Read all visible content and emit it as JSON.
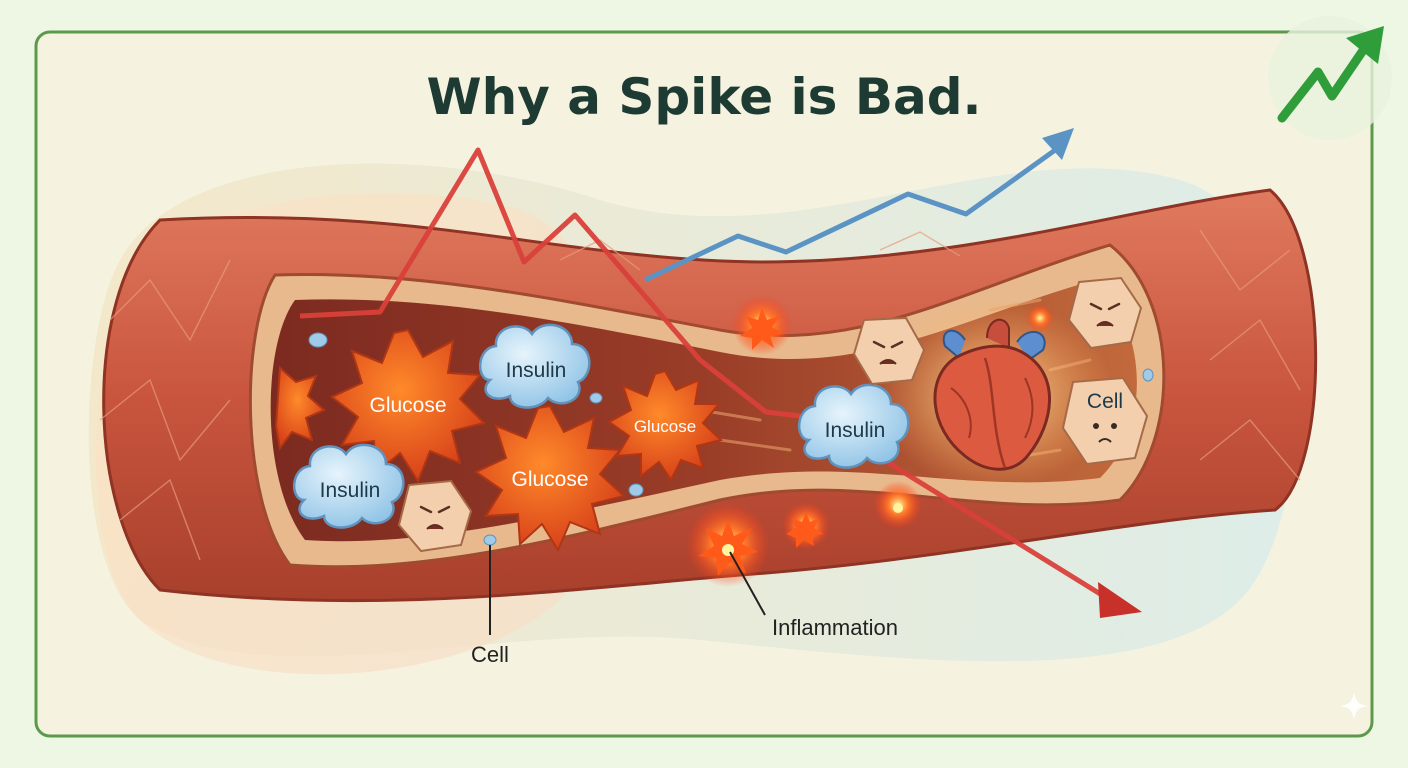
{
  "title": "Why a Spike is Bad.",
  "labels": {
    "glucose": "Glucose",
    "insulin": "Insulin",
    "cell": "Cell",
    "inflammation": "Inflammation"
  },
  "colors": {
    "background": "#eef6e4",
    "frame": "#5b9a4b",
    "title": "#1e3b33",
    "vessel": "#c9553e",
    "glucose": "#ef6b22",
    "insulin": "#aed6ef",
    "red_trend": "#d9403a",
    "blue_trend": "#5b94c4",
    "green_trend": "#2e9d3a"
  },
  "icons": [
    "trend-up-icon",
    "heart-icon",
    "sparkle-icon"
  ]
}
